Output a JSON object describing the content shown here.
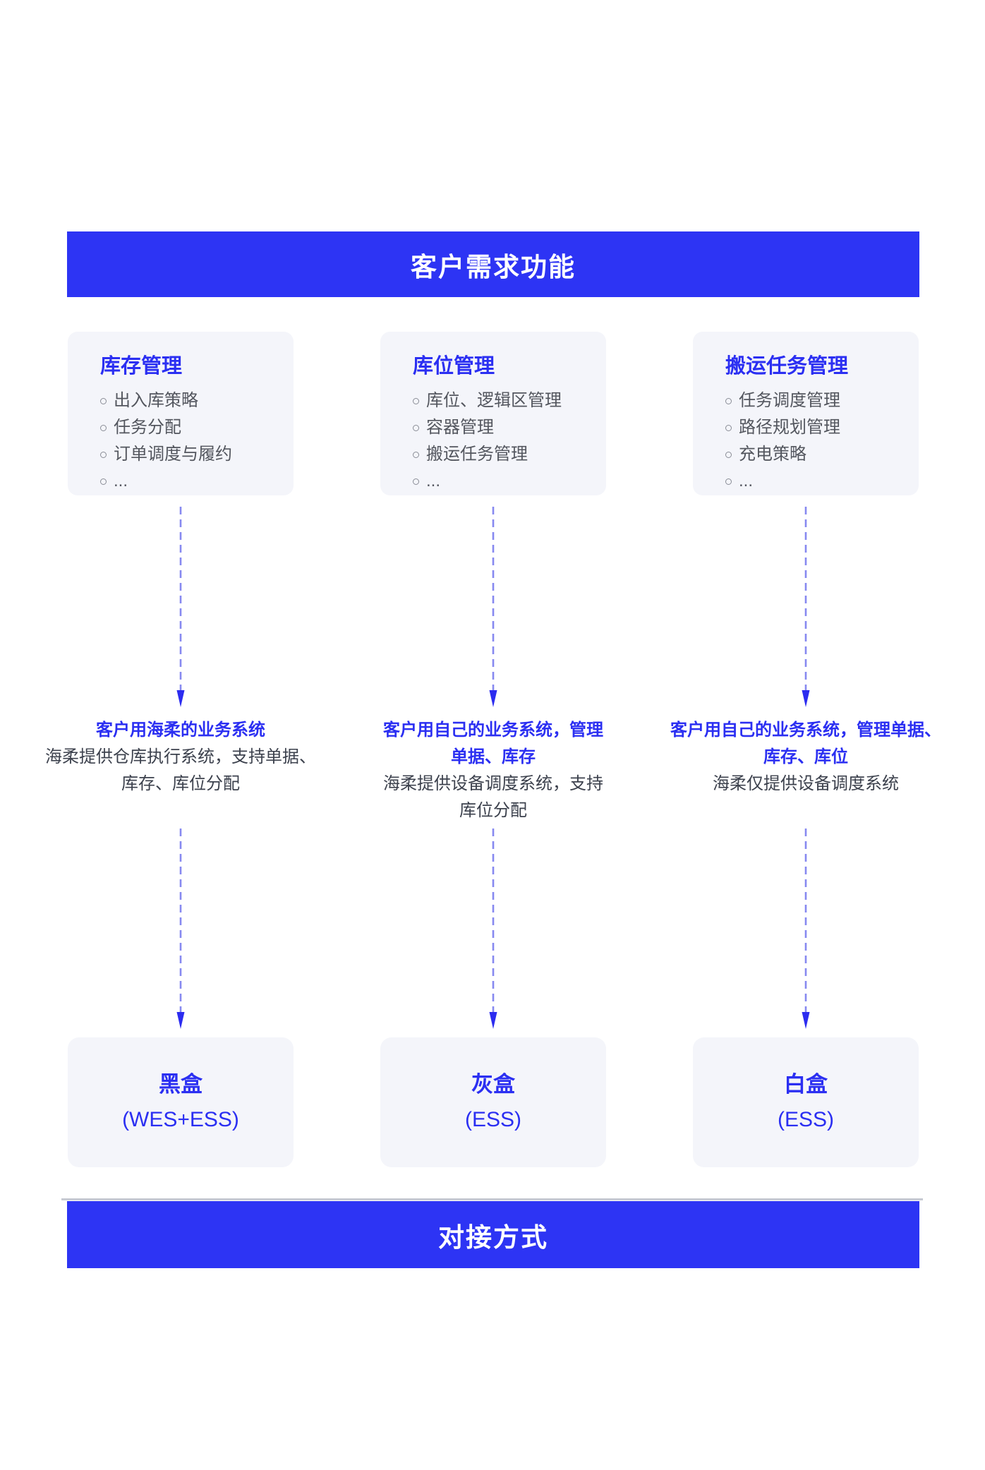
{
  "colors": {
    "accent": "#2b2ff2",
    "banner": "#2d34f4",
    "cardBg": "#f4f5fa",
    "listText": "#53565e",
    "bodyText": "#3c414d",
    "arrowLine": "#8789f0",
    "arrowHead": "#2c2cf0",
    "hairline": "#a9aeba",
    "bannerText": "#ffffff"
  },
  "top_banner": {
    "title": "客户需求功能"
  },
  "bottom_banner": {
    "title": "对接方式"
  },
  "columns": [
    {
      "card": {
        "title": "库存管理",
        "items": [
          "出入库策略",
          "任务分配",
          "订单调度与履约",
          "..."
        ]
      },
      "description": {
        "heading_lines": [
          "客户用海柔的业务系统"
        ],
        "body_lines": [
          "海柔提供仓库执行系统，支持单据、",
          "库存、库位分配"
        ]
      },
      "result_box": {
        "name": "黑盒",
        "subtitle": "(WES+ESS)"
      }
    },
    {
      "card": {
        "title": "库位管理",
        "items": [
          "库位、逻辑区管理",
          "容器管理",
          "搬运任务管理",
          "..."
        ]
      },
      "description": {
        "heading_lines": [
          "客户用自己的业务系统，管理",
          "单据、库存"
        ],
        "body_lines": [
          "海柔提供设备调度系统，支持",
          "库位分配"
        ]
      },
      "result_box": {
        "name": "灰盒",
        "subtitle": "(ESS)"
      }
    },
    {
      "card": {
        "title": "搬运任务管理",
        "items": [
          "任务调度管理",
          "路径规划管理",
          "充电策略",
          "..."
        ]
      },
      "description": {
        "heading_lines": [
          "客户用自己的业务系统，管理单据、",
          "库存、库位"
        ],
        "body_lines": [
          "海柔仅提供设备调度系统"
        ]
      },
      "result_box": {
        "name": "白盒",
        "subtitle": "(ESS)"
      }
    }
  ]
}
